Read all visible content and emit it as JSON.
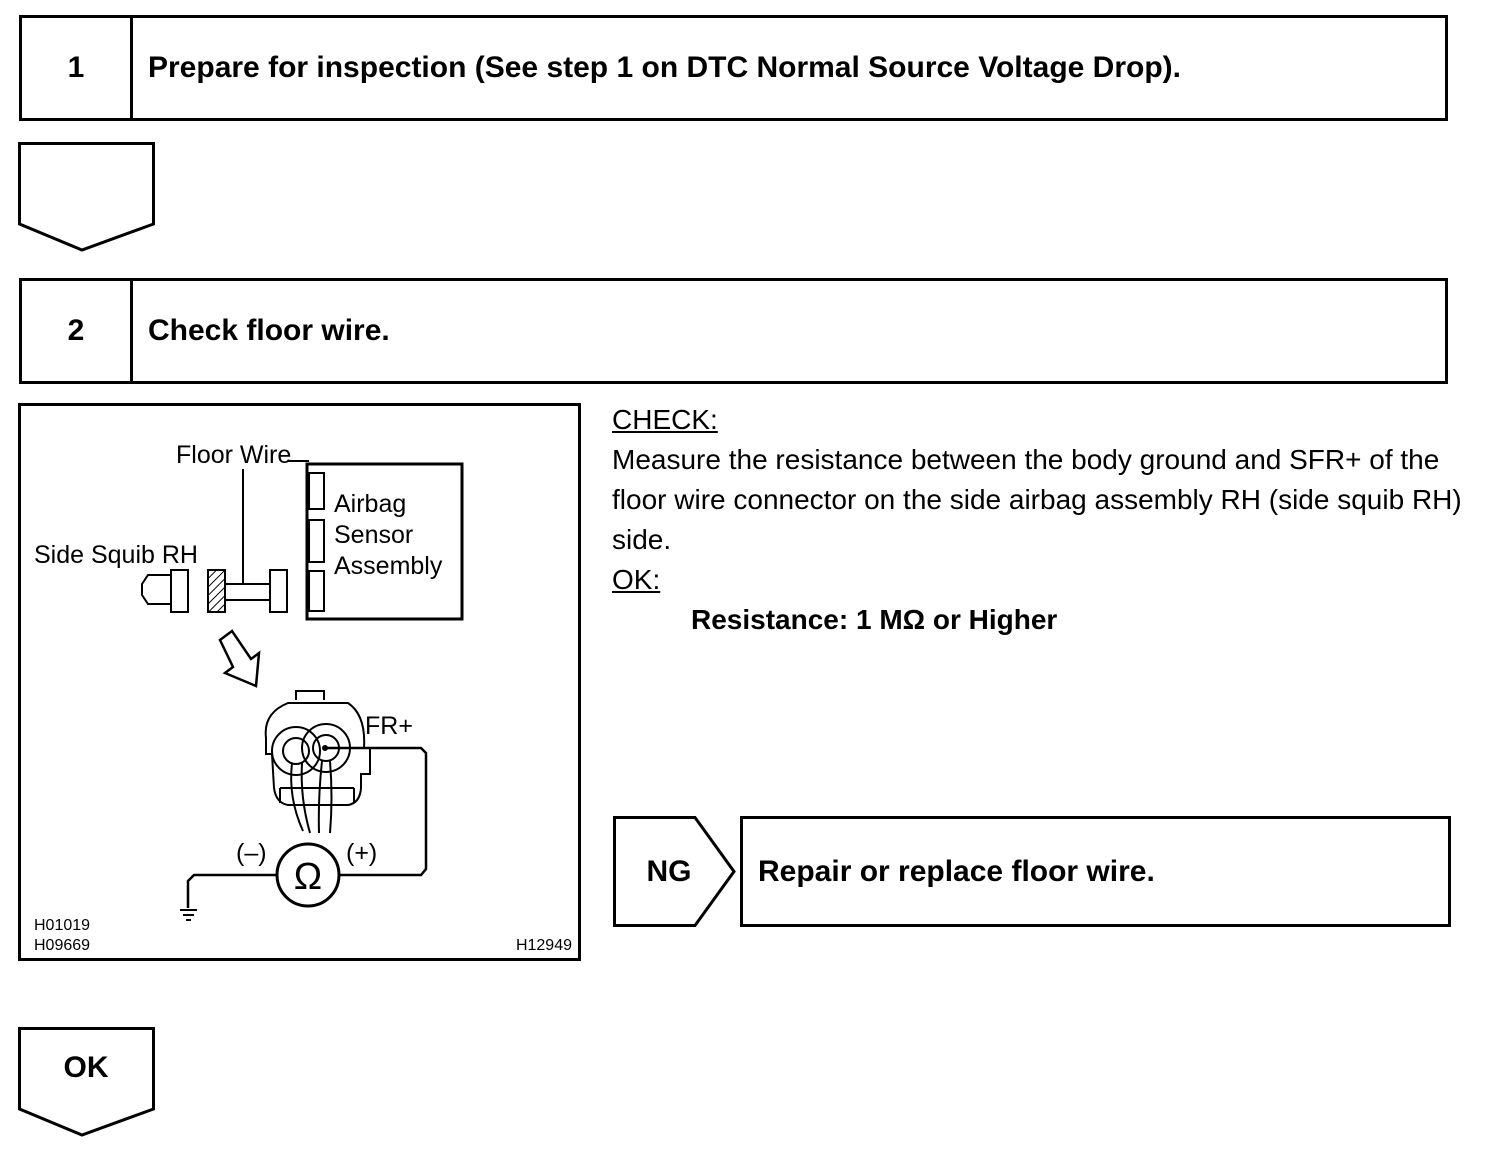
{
  "steps": [
    {
      "number": "1",
      "title": "Prepare for inspection (See step 1 on DTC Normal Source Voltage Drop)."
    },
    {
      "number": "2",
      "title": "Check floor wire."
    }
  ],
  "figure": {
    "floor_wire": "Floor Wire",
    "airbag_line1": "Airbag",
    "airbag_line2": "Sensor",
    "airbag_line3": "Assembly",
    "side_squib": "Side Squib RH",
    "fr_plus": "FR+",
    "minus": "(–)",
    "plus": "(+)",
    "ohm": "Ω",
    "code1": "H01019",
    "code2": "H09669",
    "code3": "H12949"
  },
  "check": {
    "heading": "CHECK:",
    "text": "Measure the resistance between the body ground and SFR+ of the floor wire connector on the side airbag assembly RH (side squib RH) side.",
    "ok_heading": "OK:",
    "spec": "Resistance: 1 MΩ or Higher"
  },
  "ng": {
    "label": "NG",
    "action": "Repair or replace floor wire."
  },
  "ok_label": "OK"
}
